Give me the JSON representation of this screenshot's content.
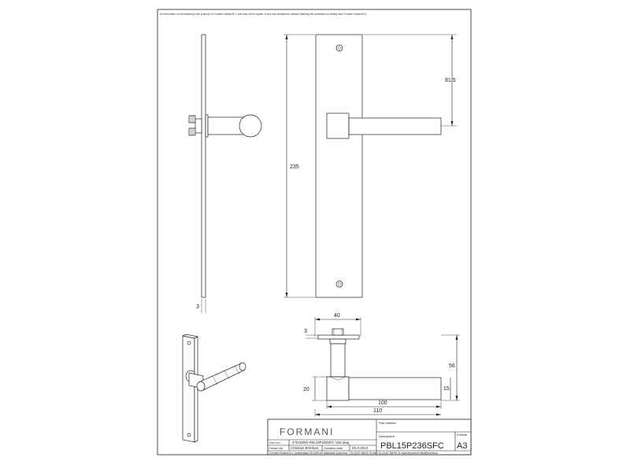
{
  "sheet": {
    "notice": "All information on this drawing is the property of Formani Holland B.V. and may not be copied, in any way whatsoever without obtaining the permission in writing from Formani Holland B.V."
  },
  "dimensions": {
    "plate_height": "235",
    "lever_height": "81,5",
    "thickness_side": "3",
    "rose_width": "40",
    "thickness_bottom": "3",
    "lever_drop": "56",
    "rose_height": "20",
    "bar_height": "15",
    "lever_length": "100",
    "overall_length": "110"
  },
  "title_block": {
    "logo": "FORMANI",
    "part_number_label": "Part number",
    "doc_no_label": "Doc.no.:",
    "doc_no_value": "2701D002 PBL15P236SFC V02.dwg",
    "drawn_by_label": "Drawn by:",
    "drawn_by_value": "Christian Brimbois",
    "creation_date_label": "Creation date",
    "creation_date_value": "25-3-2013",
    "description_label": "Description",
    "description_value": "PBL15P236SFC",
    "format_label": "Format",
    "format_value": "A3",
    "footer": "Formani Holland B.V.   Amerikalaan 59   6199 AE Maastricht Airport   tel. +31 (0)43 358 90 00   fax +31 (0)43 358 90 01   www.formani.nl   info@formani.nl"
  }
}
